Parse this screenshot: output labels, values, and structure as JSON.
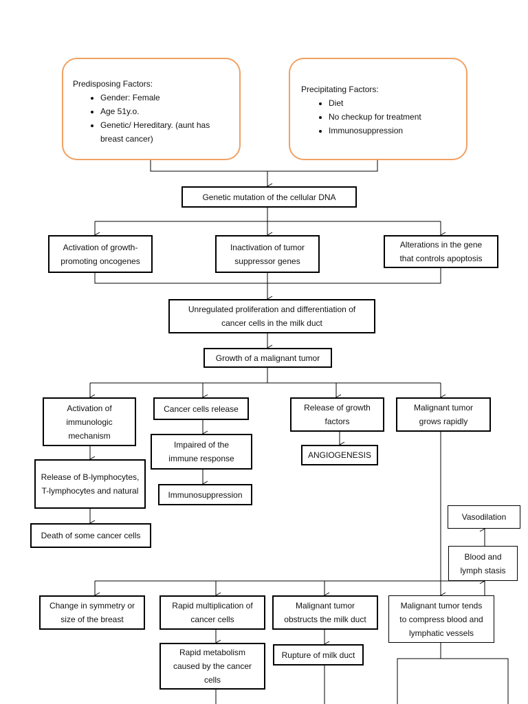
{
  "predisposing": {
    "title": "Predisposing Factors:",
    "items": [
      "Gender: Female",
      "Age 51y.o.",
      "Genetic/ Hereditary. (aunt has breast cancer)"
    ]
  },
  "precipitating": {
    "title": "Precipitating Factors:",
    "items": [
      "Diet",
      "No checkup for treatment",
      "Immunosuppression"
    ]
  },
  "nodes": {
    "genetic_mutation": "Genetic mutation of the cellular DNA",
    "activation_oncogenes": "Activation of growth-promoting oncogenes",
    "inactivation_suppressor": "Inactivation of tumor suppressor genes",
    "alterations_apoptosis": "Alterations in the gene that controls apoptosis",
    "unregulated_proliferation": "Unregulated proliferation and differentiation of cancer cells in the milk duct",
    "growth_malignant_tumor": "Growth of a malignant tumor",
    "activation_immunologic": "Activation of immunologic mechanism",
    "release_lymphocytes": "Release of B-lymphocytes, T-lymphocytes and natural",
    "death_cancer_cells": "Death of some cancer cells",
    "cancer_cells_release": "Cancer cells release",
    "impaired_immune": "Impaired of the immune response",
    "immunosuppression": "Immunosuppression",
    "release_growth_factors": "Release of growth factors",
    "angiogenesis": "ANGIOGENESIS",
    "grows_rapidly": "Malignant tumor grows rapidly",
    "vasodilation": "Vasodilation",
    "blood_lymph_stasis": "Blood and lymph stasis",
    "change_symmetry": "Change in symmetry or size of the breast",
    "rapid_multiplication": "Rapid multiplication of cancer cells",
    "obstructs_duct": "Malignant tumor obstructs the milk duct",
    "compress_vessels": "Malignant tumor tends to compress blood and lymphatic vessels",
    "rapid_metabolism": "Rapid metabolism caused by the cancer cells",
    "rupture_duct": "Rupture of milk duct"
  },
  "colors": {
    "factor_border": "#F0A062",
    "line": "#000000"
  }
}
